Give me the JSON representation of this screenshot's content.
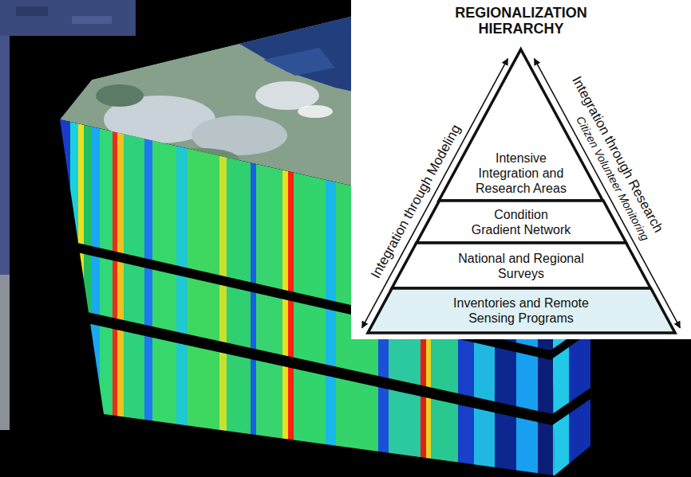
{
  "diagram": {
    "title": "REGIONALIZATION HIERARCHY",
    "nodes": [
      {
        "text": [
          "Intensive Integration and Research Areas"
        ]
      },
      {
        "text": [
          "Condition Gradient Network"
        ]
      },
      {
        "text": [
          "National and Regional Surveys"
        ]
      },
      {
        "text": [
          "Inventories and Remote Sensing Programs"
        ]
      }
    ],
    "labels": [
      "Integration through Modeling",
      "Integration through Research",
      "Citizen Volunteer Monitoring"
    ]
  }
}
